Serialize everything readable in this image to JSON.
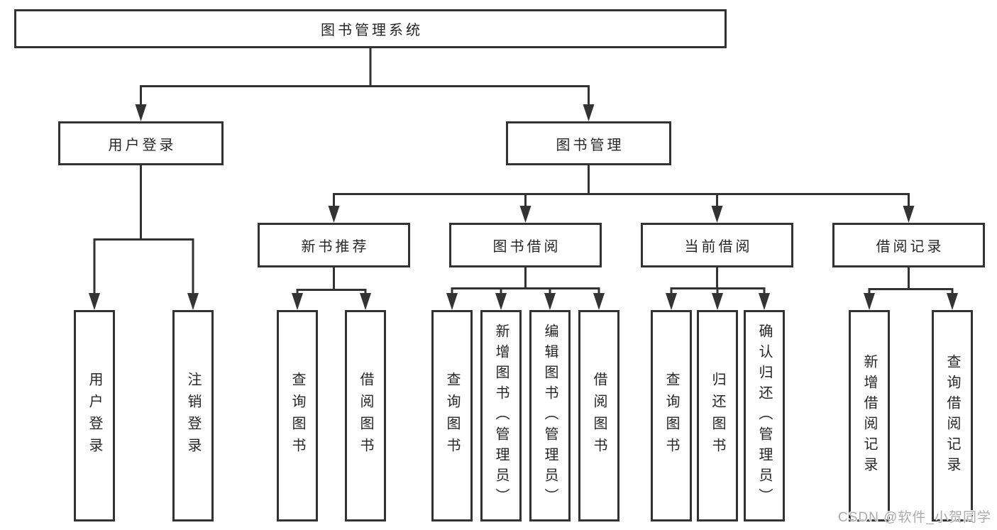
{
  "watermark": "CSDN @软件_小贺同学",
  "colors": {
    "line": "#333333",
    "text": "#262626",
    "watermark": "#ababab",
    "background": "#ffffff"
  },
  "tree": {
    "root": {
      "label": "图书管理系统"
    },
    "branches": [
      {
        "label": "用户登录",
        "children": [
          {
            "label": "用户登录"
          },
          {
            "label": "注销登录"
          }
        ]
      },
      {
        "label": "图书管理",
        "children": [
          {
            "label": "新书推荐",
            "children": [
              {
                "label": "查询图书"
              },
              {
                "label": "借阅图书"
              }
            ]
          },
          {
            "label": "图书借阅",
            "children": [
              {
                "label": "查询图书"
              },
              {
                "label": "新增图书（管理员）"
              },
              {
                "label": "编辑图书（管理员）"
              },
              {
                "label": "借阅图书"
              }
            ]
          },
          {
            "label": "当前借阅",
            "children": [
              {
                "label": "查询图书"
              },
              {
                "label": "归还图书"
              },
              {
                "label": "确认归还（管理员）"
              }
            ]
          },
          {
            "label": "借阅记录",
            "children": [
              {
                "label": "新增借阅记录"
              },
              {
                "label": "查询借阅记录"
              }
            ]
          }
        ]
      }
    ]
  }
}
